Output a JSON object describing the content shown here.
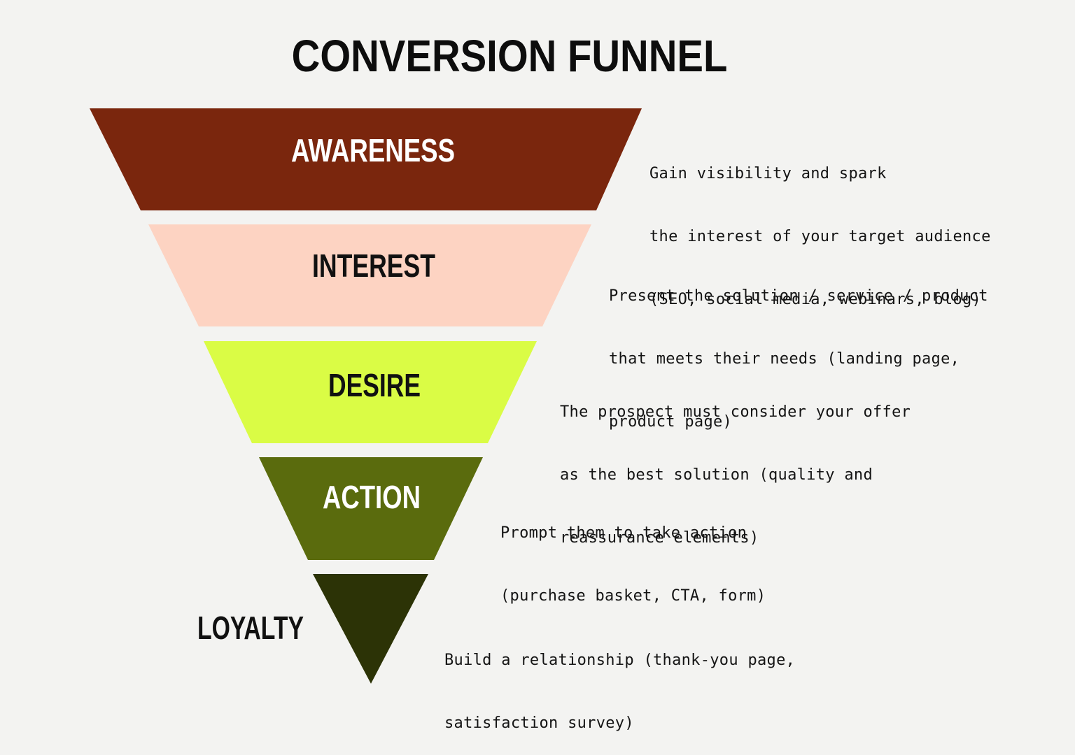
{
  "title": "CONVERSION FUNNEL",
  "stages": [
    {
      "label": "AWARENESS",
      "color": "#7a260d",
      "label_color": "#ffffff",
      "description": [
        "Gain visibility and spark",
        "the interest of your target audience",
        "(SEO, social media, webinars, blog)"
      ]
    },
    {
      "label": "INTEREST",
      "color": "#fdd3c2",
      "label_color": "#111111",
      "description": [
        "Present the solution / service / product",
        "that meets their needs (landing page,",
        "product page)"
      ]
    },
    {
      "label": "DESIRE",
      "color": "#dafc45",
      "label_color": "#111111",
      "description": [
        "The prospect must consider your offer",
        "as the best solution (quality and",
        "reassurance elements)"
      ]
    },
    {
      "label": "ACTION",
      "color": "#5a6b0d",
      "label_color": "#ffffff",
      "description": [
        "Prompt them to take action",
        "(purchase basket, CTA, form)"
      ]
    },
    {
      "label": "LOYALTY",
      "color": "#2c3306",
      "label_color": "#111111",
      "description": [
        "Build a relationship (thank-you page,",
        "satisfaction survey)"
      ]
    }
  ]
}
